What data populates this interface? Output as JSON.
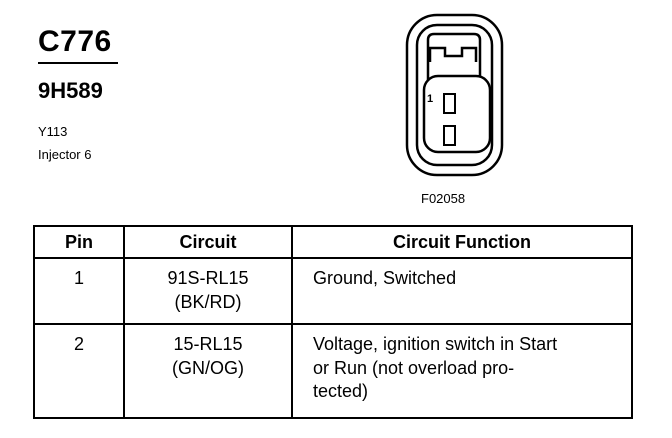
{
  "connector": {
    "id": "C776",
    "part_number": "9H589",
    "location_code": "Y113",
    "description": "Injector 6",
    "figure_ref": "F02058",
    "pin_label": "1"
  },
  "pinout_table": {
    "headers": [
      "Pin",
      "Circuit",
      "Circuit Function"
    ],
    "rows": [
      {
        "pin": "1",
        "circuit_lines": [
          "91S-RL15",
          "(BK/RD)"
        ],
        "function_lines": [
          "Ground, Switched"
        ]
      },
      {
        "pin": "2",
        "circuit_lines": [
          "15-RL15",
          "(GN/OG)"
        ],
        "function_lines": [
          "Voltage, ignition switch in Start",
          "or Run (not overload pro-",
          "tected)"
        ]
      }
    ]
  }
}
